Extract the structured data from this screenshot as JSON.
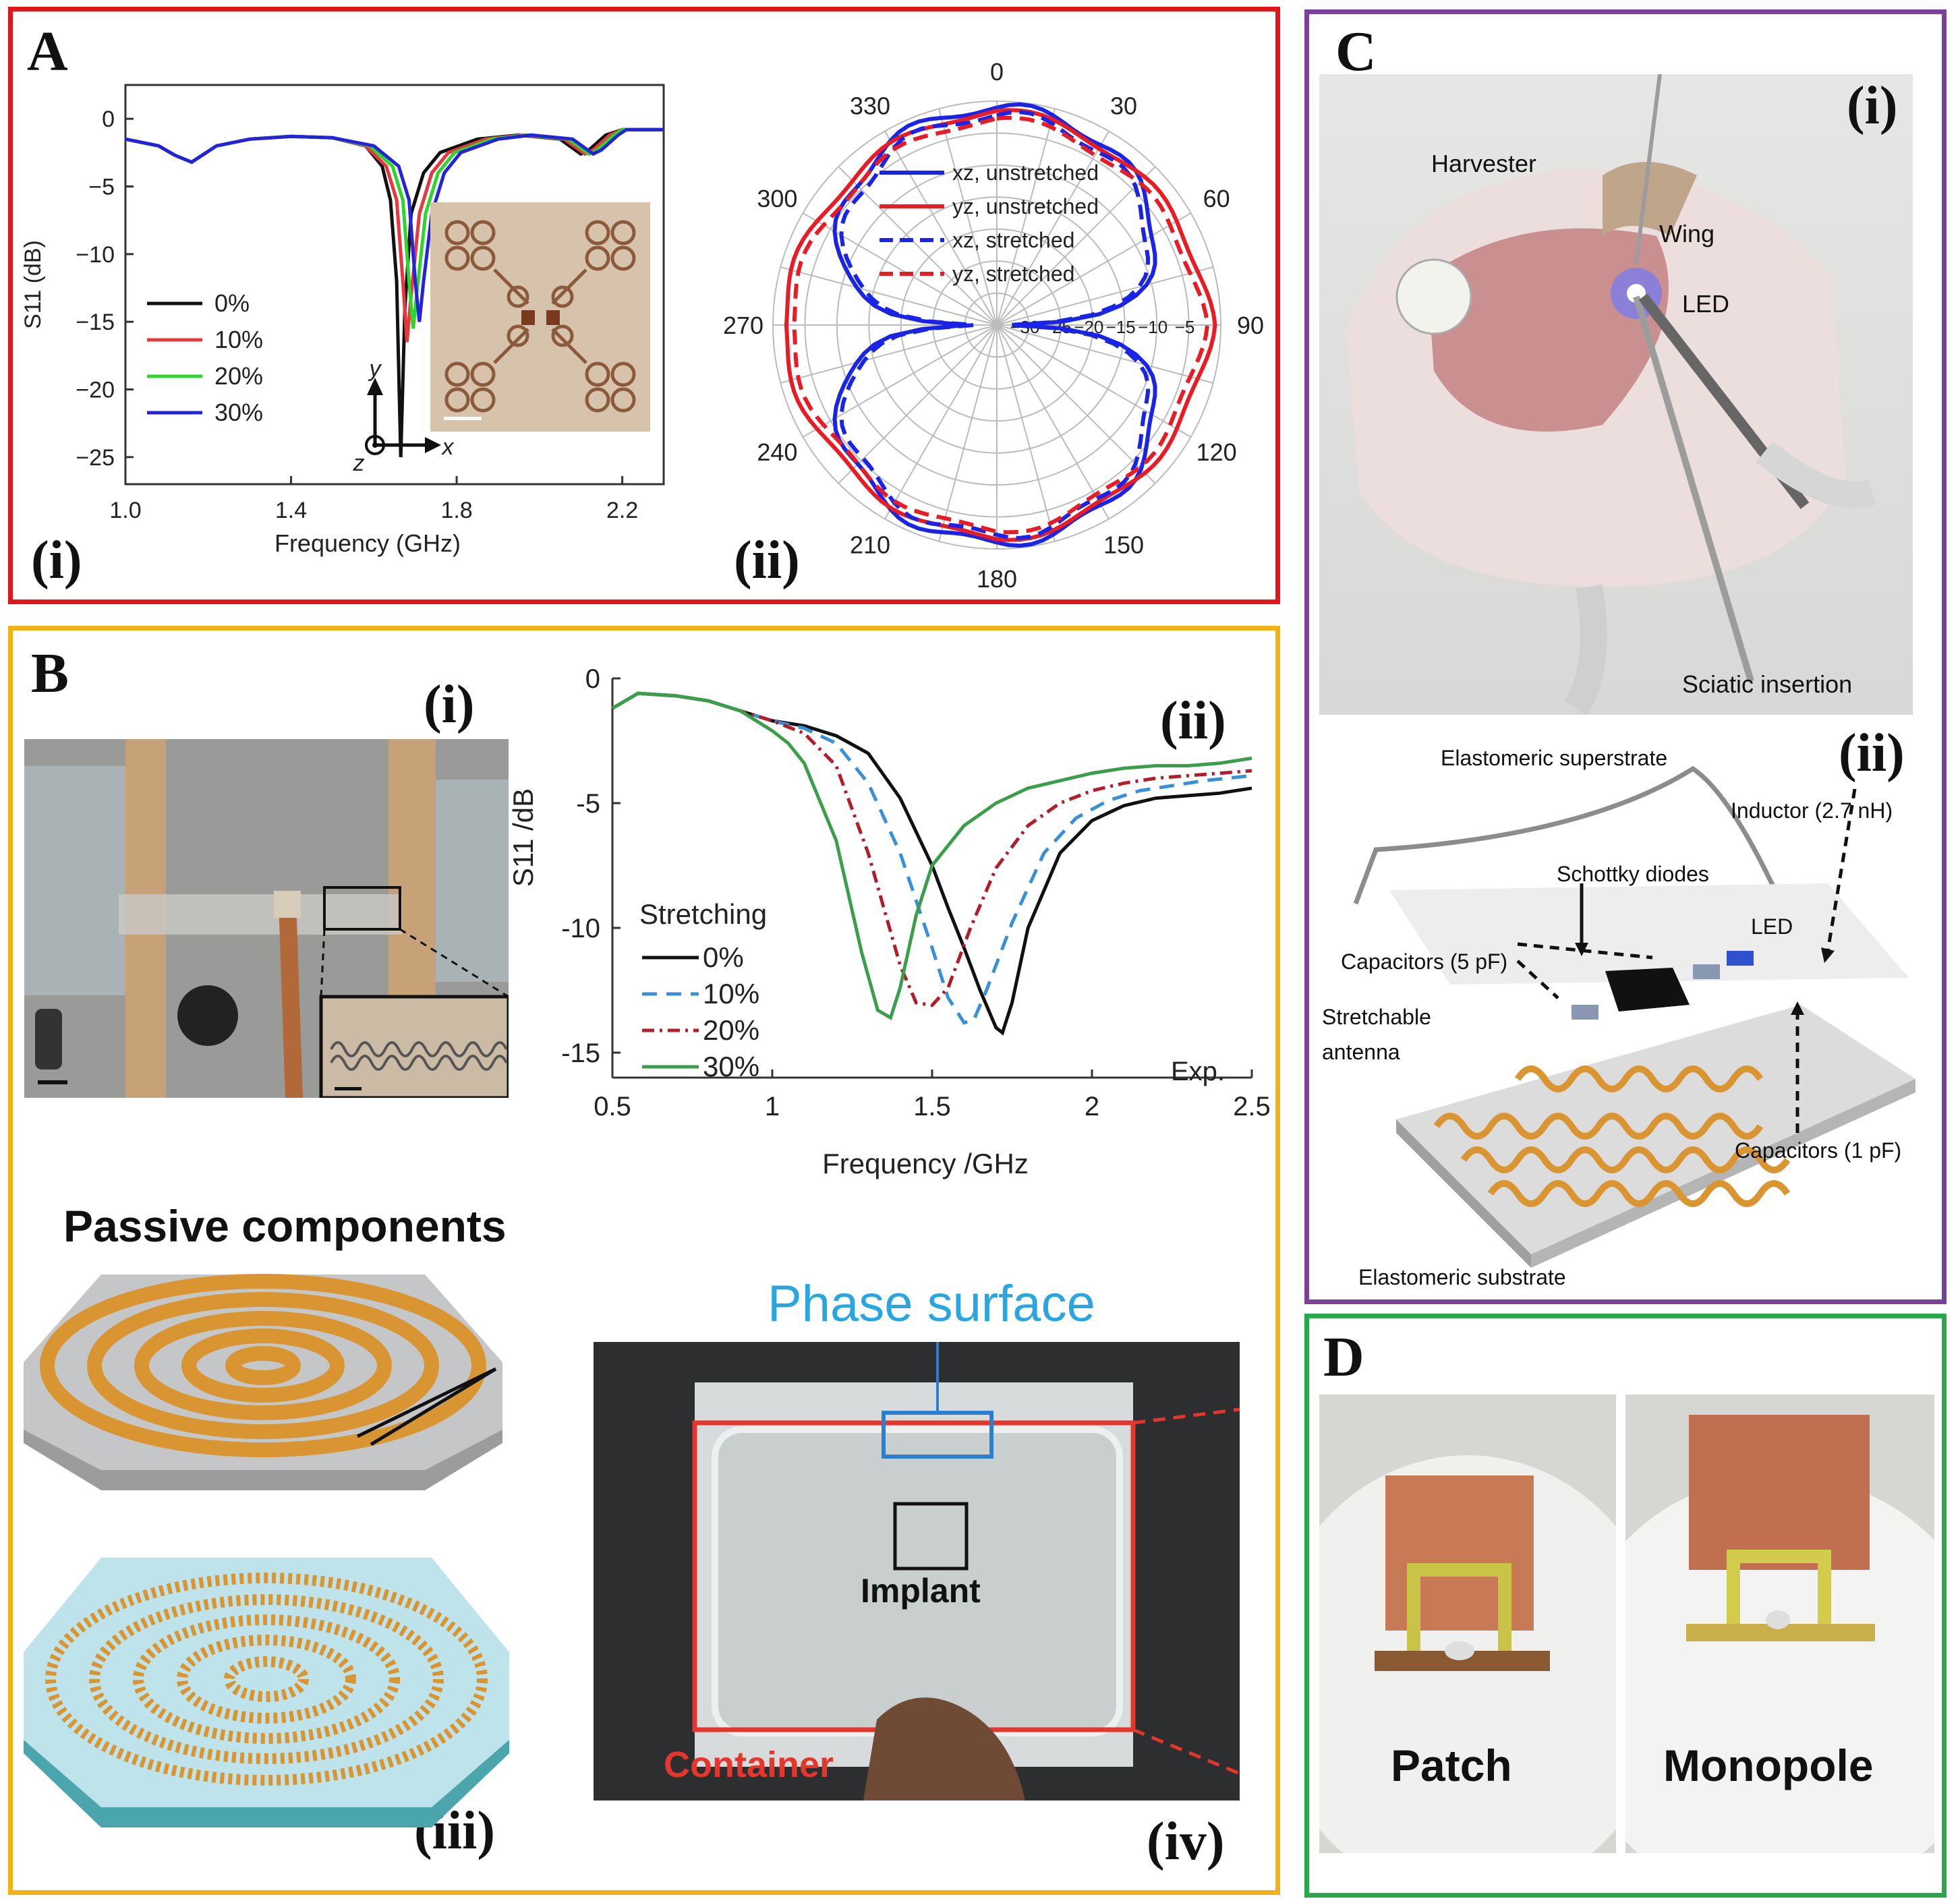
{
  "colors": {
    "A_border": "#e0161b",
    "B_border": "#f2b215",
    "C_border": "#7b3f9c",
    "D_border": "#27a84a"
  },
  "panels": {
    "A": {
      "letter": "A",
      "sub_i": "(i)",
      "sub_ii": "(ii)"
    },
    "B": {
      "letter": "B",
      "sub_i": "(i)",
      "sub_ii": "(ii)",
      "sub_iii": "(iii)",
      "sub_iv": "(iv)",
      "passive_title": "Passive components",
      "phase_surface": "Phase surface",
      "implant": "Implant",
      "container": "Container"
    },
    "C": {
      "letter": "C",
      "sub_i": "(i)",
      "sub_ii": "(ii)",
      "labels_i": {
        "harvester": "Harvester",
        "wing": "Wing",
        "led": "LED",
        "sciatic": "Sciatic insertion"
      },
      "labels_ii": {
        "superstrate": "Elastomeric superstrate",
        "inductor": "Inductor (2.7 nH)",
        "schottky": "Schottky diodes",
        "led": "LED",
        "cap5": "Capacitors (5 pF)",
        "antenna_1": "Stretchable",
        "antenna_2": "antenna",
        "cap1": "Capacitors (1 pF)",
        "substrate": "Elastomeric substrate"
      }
    },
    "D": {
      "letter": "D",
      "patch": "Patch",
      "monopole": "Monopole"
    }
  },
  "chart_data": [
    {
      "type": "line",
      "panel": "A(i)",
      "xlabel": "Frequency (GHz)",
      "ylabel": "S11 (dB)",
      "xlim": [
        1.0,
        2.3
      ],
      "ylim": [
        -27,
        2.5
      ],
      "xticks": [
        "1.0",
        "1.4",
        "1.8",
        "2.2"
      ],
      "xtick_values": [
        1.0,
        1.4,
        1.8,
        2.2
      ],
      "yticks": [
        "0",
        "−5",
        "−10",
        "−15",
        "−20",
        "−25"
      ],
      "ytick_values": [
        0,
        -5,
        -10,
        -15,
        -20,
        -25
      ],
      "axis_labels": {
        "y": "y",
        "x": "x",
        "z": "z"
      },
      "series": [
        {
          "name": "0%",
          "color": "#111111",
          "x": [
            1.0,
            1.08,
            1.12,
            1.16,
            1.22,
            1.3,
            1.4,
            1.5,
            1.58,
            1.62,
            1.64,
            1.655,
            1.665,
            1.675,
            1.69,
            1.72,
            1.76,
            1.85,
            1.95,
            2.05,
            2.1,
            2.12,
            2.16,
            2.2,
            2.3
          ],
          "y": [
            -1.5,
            -2.0,
            -2.7,
            -3.2,
            -2.0,
            -1.5,
            -1.3,
            -1.4,
            -2.0,
            -3.5,
            -6,
            -12,
            -25,
            -14,
            -7,
            -4,
            -2.5,
            -1.5,
            -1.2,
            -1.5,
            -2.6,
            -2.3,
            -1.2,
            -0.8,
            -0.8
          ]
        },
        {
          "name": "10%",
          "color": "#e8383d",
          "x": [
            1.0,
            1.08,
            1.12,
            1.16,
            1.22,
            1.3,
            1.4,
            1.5,
            1.58,
            1.63,
            1.655,
            1.67,
            1.68,
            1.69,
            1.71,
            1.74,
            1.78,
            1.87,
            1.96,
            2.06,
            2.11,
            2.13,
            2.17,
            2.2,
            2.3
          ],
          "y": [
            -1.5,
            -2.0,
            -2.7,
            -3.2,
            -2.0,
            -1.5,
            -1.3,
            -1.4,
            -2.0,
            -3.5,
            -6,
            -12,
            -16.5,
            -13,
            -7,
            -4,
            -2.5,
            -1.5,
            -1.2,
            -1.5,
            -2.6,
            -2.3,
            -1.2,
            -0.8,
            -0.8
          ]
        },
        {
          "name": "20%",
          "color": "#2fd42f",
          "x": [
            1.0,
            1.08,
            1.12,
            1.16,
            1.22,
            1.3,
            1.4,
            1.5,
            1.59,
            1.645,
            1.67,
            1.685,
            1.695,
            1.705,
            1.725,
            1.755,
            1.795,
            1.885,
            1.97,
            2.07,
            2.12,
            2.14,
            2.18,
            2.2,
            2.3
          ],
          "y": [
            -1.5,
            -2.0,
            -2.7,
            -3.2,
            -2.0,
            -1.5,
            -1.3,
            -1.4,
            -2.0,
            -3.5,
            -6,
            -12,
            -15.5,
            -12.5,
            -7,
            -4,
            -2.5,
            -1.5,
            -1.2,
            -1.5,
            -2.6,
            -2.3,
            -1.2,
            -0.8,
            -0.8
          ]
        },
        {
          "name": "30%",
          "color": "#2323d9",
          "x": [
            1.0,
            1.08,
            1.12,
            1.16,
            1.22,
            1.3,
            1.4,
            1.5,
            1.6,
            1.66,
            1.685,
            1.7,
            1.71,
            1.72,
            1.74,
            1.77,
            1.81,
            1.9,
            1.98,
            2.08,
            2.13,
            2.15,
            2.19,
            2.21,
            2.3
          ],
          "y": [
            -1.5,
            -2.0,
            -2.7,
            -3.2,
            -2.0,
            -1.5,
            -1.3,
            -1.4,
            -2.0,
            -3.5,
            -6,
            -12,
            -15,
            -12,
            -7,
            -4,
            -2.5,
            -1.5,
            -1.2,
            -1.5,
            -2.6,
            -2.3,
            -1.2,
            -0.8,
            -0.8
          ]
        }
      ]
    },
    {
      "type": "polar",
      "panel": "A(ii)",
      "angle_labels": [
        "0",
        "30",
        "60",
        "90",
        "120",
        "150",
        "180",
        "210",
        "240",
        "270",
        "300",
        "330"
      ],
      "angles": [
        0,
        30,
        60,
        90,
        120,
        150,
        180,
        210,
        240,
        270,
        300,
        330
      ],
      "radial_labels": [
        "−30",
        "−25",
        "−20",
        "−15",
        "−10",
        "−5"
      ],
      "rlim": [
        -35,
        0
      ],
      "series": [
        {
          "name": "xz, unstretched",
          "color": "#1a24e6",
          "dash": false,
          "pattern": "dipole"
        },
        {
          "name": "yz, unstretched",
          "color": "#e81c24",
          "dash": false,
          "pattern": "omni"
        },
        {
          "name": "xz, stretched",
          "color": "#1a24e6",
          "dash": true,
          "pattern": "dipole"
        },
        {
          "name": "yz, stretched",
          "color": "#e81c24",
          "dash": true,
          "pattern": "omni"
        }
      ]
    },
    {
      "type": "line",
      "panel": "B(ii)",
      "xlabel": "Frequency /GHz",
      "ylabel": "S11 /dB",
      "xlim": [
        0.5,
        2.5
      ],
      "ylim": [
        -16,
        0
      ],
      "xticks": [
        "0.5",
        "1",
        "1.5",
        "2",
        "2.5"
      ],
      "xtick_values": [
        0.5,
        1,
        1.5,
        2,
        2.5
      ],
      "yticks": [
        "0",
        "-5",
        "-10",
        "-15"
      ],
      "ytick_values": [
        0,
        -5,
        -10,
        -15
      ],
      "legend_title": "Stretching",
      "annotation": "Exp.",
      "series": [
        {
          "name": "0%",
          "color": "#111111",
          "dash": "",
          "x": [
            0.5,
            0.58,
            0.7,
            0.8,
            0.9,
            1.0,
            1.1,
            1.2,
            1.3,
            1.4,
            1.5,
            1.55,
            1.6,
            1.65,
            1.7,
            1.72,
            1.75,
            1.8,
            1.9,
            2.0,
            2.1,
            2.2,
            2.3,
            2.4,
            2.5
          ],
          "y": [
            -1.2,
            -0.6,
            -0.7,
            -0.9,
            -1.3,
            -1.7,
            -1.9,
            -2.3,
            -3.0,
            -4.8,
            -7.5,
            -9.2,
            -10.8,
            -12.5,
            -14.0,
            -14.2,
            -13.0,
            -10.0,
            -7.0,
            -5.7,
            -5.1,
            -4.8,
            -4.7,
            -4.6,
            -4.4
          ]
        },
        {
          "name": "10%",
          "color": "#3a8fd9",
          "dash": "22,14",
          "x": [
            0.5,
            0.58,
            0.7,
            0.8,
            0.9,
            1.0,
            1.1,
            1.2,
            1.3,
            1.4,
            1.5,
            1.55,
            1.6,
            1.63,
            1.67,
            1.75,
            1.85,
            1.95,
            2.05,
            2.15,
            2.25,
            2.35,
            2.5
          ],
          "y": [
            -1.2,
            -0.6,
            -0.7,
            -0.9,
            -1.3,
            -1.7,
            -2.0,
            -2.6,
            -4.2,
            -7.0,
            -10.8,
            -12.8,
            -13.8,
            -13.7,
            -12.5,
            -9.8,
            -7.0,
            -5.6,
            -4.9,
            -4.5,
            -4.3,
            -4.1,
            -3.9
          ]
        },
        {
          "name": "20%",
          "color": "#b01e2a",
          "dash": "18,8,4,8",
          "x": [
            0.5,
            0.58,
            0.7,
            0.8,
            0.9,
            1.0,
            1.1,
            1.2,
            1.3,
            1.4,
            1.45,
            1.5,
            1.55,
            1.62,
            1.7,
            1.8,
            1.9,
            2.0,
            2.1,
            2.2,
            2.3,
            2.5
          ],
          "y": [
            -1.2,
            -0.6,
            -0.7,
            -0.9,
            -1.3,
            -1.7,
            -2.2,
            -3.5,
            -7.0,
            -11.5,
            -13.0,
            -13.1,
            -12.4,
            -10.0,
            -7.6,
            -5.9,
            -5.0,
            -4.5,
            -4.2,
            -4.0,
            -3.9,
            -3.7
          ]
        },
        {
          "name": "30%",
          "color": "#3b9e4b",
          "dash": "",
          "x": [
            0.5,
            0.58,
            0.7,
            0.8,
            0.9,
            1.0,
            1.05,
            1.1,
            1.2,
            1.28,
            1.33,
            1.37,
            1.4,
            1.45,
            1.5,
            1.6,
            1.7,
            1.8,
            1.9,
            2.0,
            2.1,
            2.2,
            2.3,
            2.4,
            2.5
          ],
          "y": [
            -1.2,
            -0.6,
            -0.7,
            -0.9,
            -1.3,
            -2.1,
            -2.6,
            -3.4,
            -6.5,
            -11.0,
            -13.3,
            -13.6,
            -12.4,
            -9.5,
            -7.5,
            -5.9,
            -5.0,
            -4.4,
            -4.1,
            -3.8,
            -3.6,
            -3.5,
            -3.5,
            -3.4,
            -3.2
          ]
        }
      ]
    }
  ]
}
